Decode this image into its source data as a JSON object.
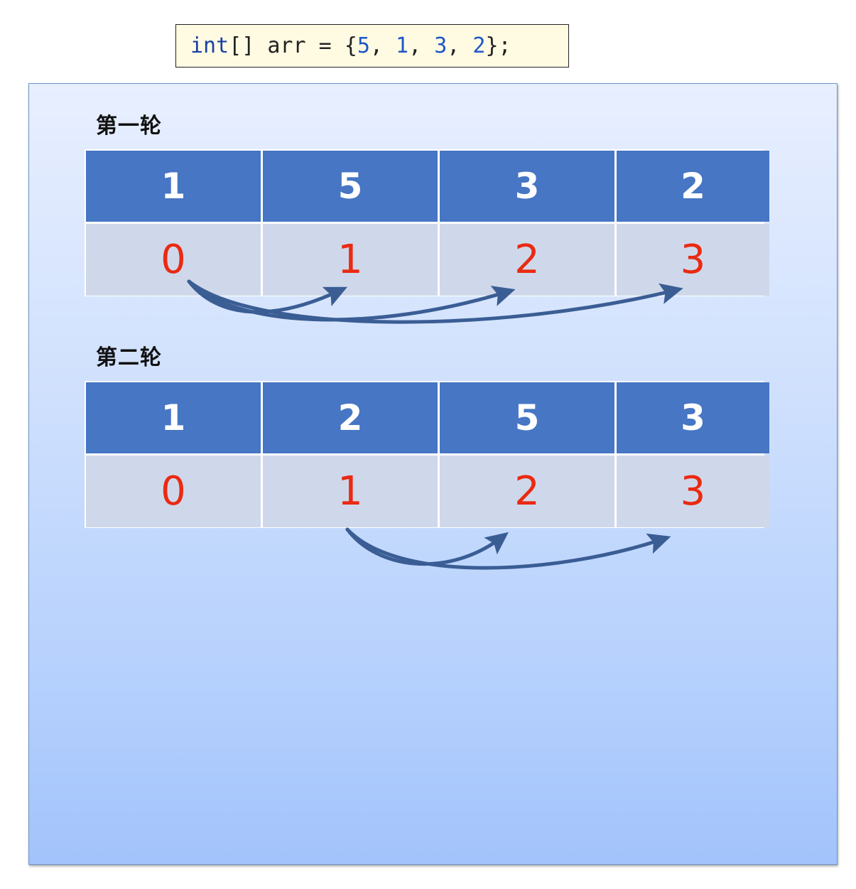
{
  "code": {
    "keyword": "int",
    "rest_prefix": "[] arr = {",
    "values": [
      "5",
      "1",
      "3",
      "2"
    ],
    "separator": ", ",
    "suffix": "};"
  },
  "rounds": [
    {
      "title": "第一轮",
      "values": [
        "1",
        "5",
        "3",
        "2"
      ],
      "indices": [
        "0",
        "1",
        "2",
        "3"
      ],
      "arrows_from_index": 0,
      "arrows_to_indices": [
        1,
        2,
        3
      ]
    },
    {
      "title": "第二轮",
      "values": [
        "1",
        "2",
        "5",
        "3"
      ],
      "indices": [
        "0",
        "1",
        "2",
        "3"
      ],
      "arrows_from_index": 1,
      "arrows_to_indices": [
        2,
        3
      ]
    }
  ],
  "colors": {
    "value_cell_bg": "#4676c4",
    "index_text": "#ea2a12",
    "arrow": "#3a5d94"
  }
}
